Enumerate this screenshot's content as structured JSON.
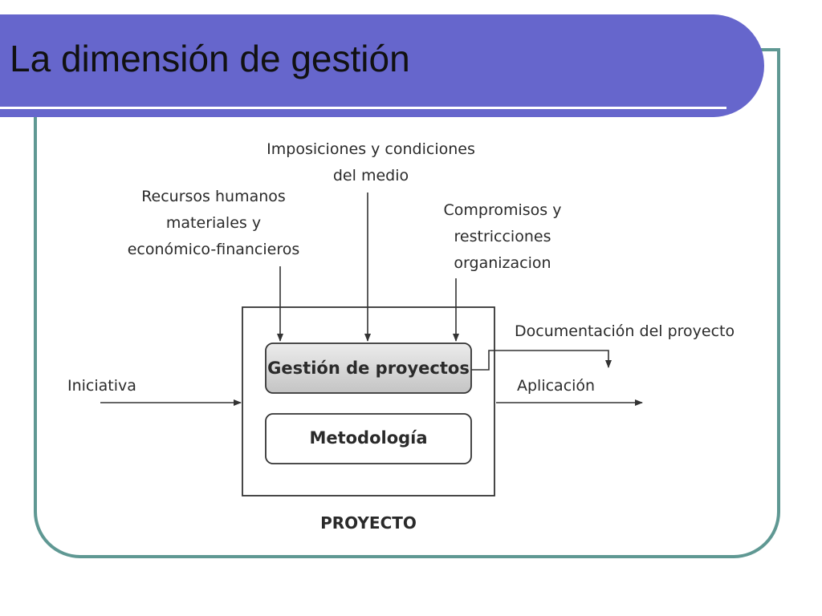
{
  "slide": {
    "title": "La dimensión de gestión"
  },
  "diagram": {
    "inputs": {
      "top_left": [
        "Recursos humanos",
        "materiales y",
        "económico-financieros"
      ],
      "top_center": [
        "Imposiciones y condiciones",
        "del medio"
      ],
      "top_right": [
        "Compromisos y",
        "restricciones",
        "organizacion"
      ],
      "left": "Iniciativa"
    },
    "outputs": {
      "documentation": "Documentación del proyecto",
      "application": "Aplicación"
    },
    "boxes": {
      "management": "Gestión de proyectos",
      "methodology": "Metodología",
      "project": "PROYECTO"
    }
  }
}
